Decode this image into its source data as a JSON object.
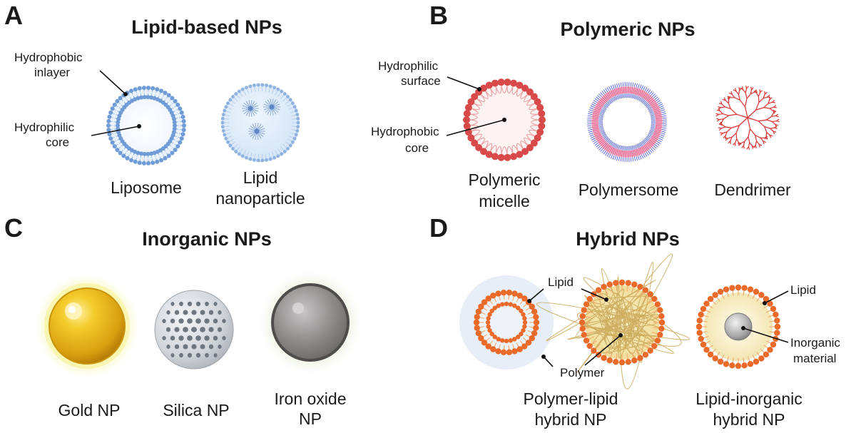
{
  "panels": {
    "a": {
      "letter": "A",
      "title": "Lipid-based NPs",
      "labels": {
        "inlayer_1": "Hydrophobic",
        "inlayer_2": "inlayer",
        "core_1": "Hydrophilic",
        "core_2": "core"
      },
      "captions": {
        "liposome": "Liposome",
        "lnp_1": "Lipid",
        "lnp_2": "nanoparticle"
      }
    },
    "b": {
      "letter": "B",
      "title": "Polymeric NPs",
      "labels": {
        "surface_1": "Hydrophilic",
        "surface_2": "surface",
        "core_1": "Hydrophobic",
        "core_2": "core"
      },
      "captions": {
        "micelle_1": "Polymeric",
        "micelle_2": "micelle",
        "polymersome": "Polymersome",
        "dendrimer": "Dendrimer"
      }
    },
    "c": {
      "letter": "C",
      "title": "Inorganic NPs",
      "captions": {
        "gold": "Gold NP",
        "silica": "Silica NP",
        "iron_1": "Iron oxide",
        "iron_2": "NP"
      }
    },
    "d": {
      "letter": "D",
      "title": "Hybrid NPs",
      "labels": {
        "lipid_1": "Lipid",
        "polymer": "Polymer",
        "lipid_2": "Lipid",
        "inorganic_1": "Inorganic",
        "inorganic_2": "material"
      },
      "captions": {
        "pl_1": "Polymer-lipid",
        "pl_2": "hybrid NP",
        "li_1": "Lipid-inorganic",
        "li_2": "hybrid NP"
      }
    }
  },
  "colors": {
    "liposome_blue": "#6f9bd6",
    "lipid_red": "#d84a4a",
    "hybrid_orange": "#ea6a2a",
    "gold": "#e8b41a",
    "silica": "#c9ced4",
    "iron": "#8c8a8a"
  }
}
